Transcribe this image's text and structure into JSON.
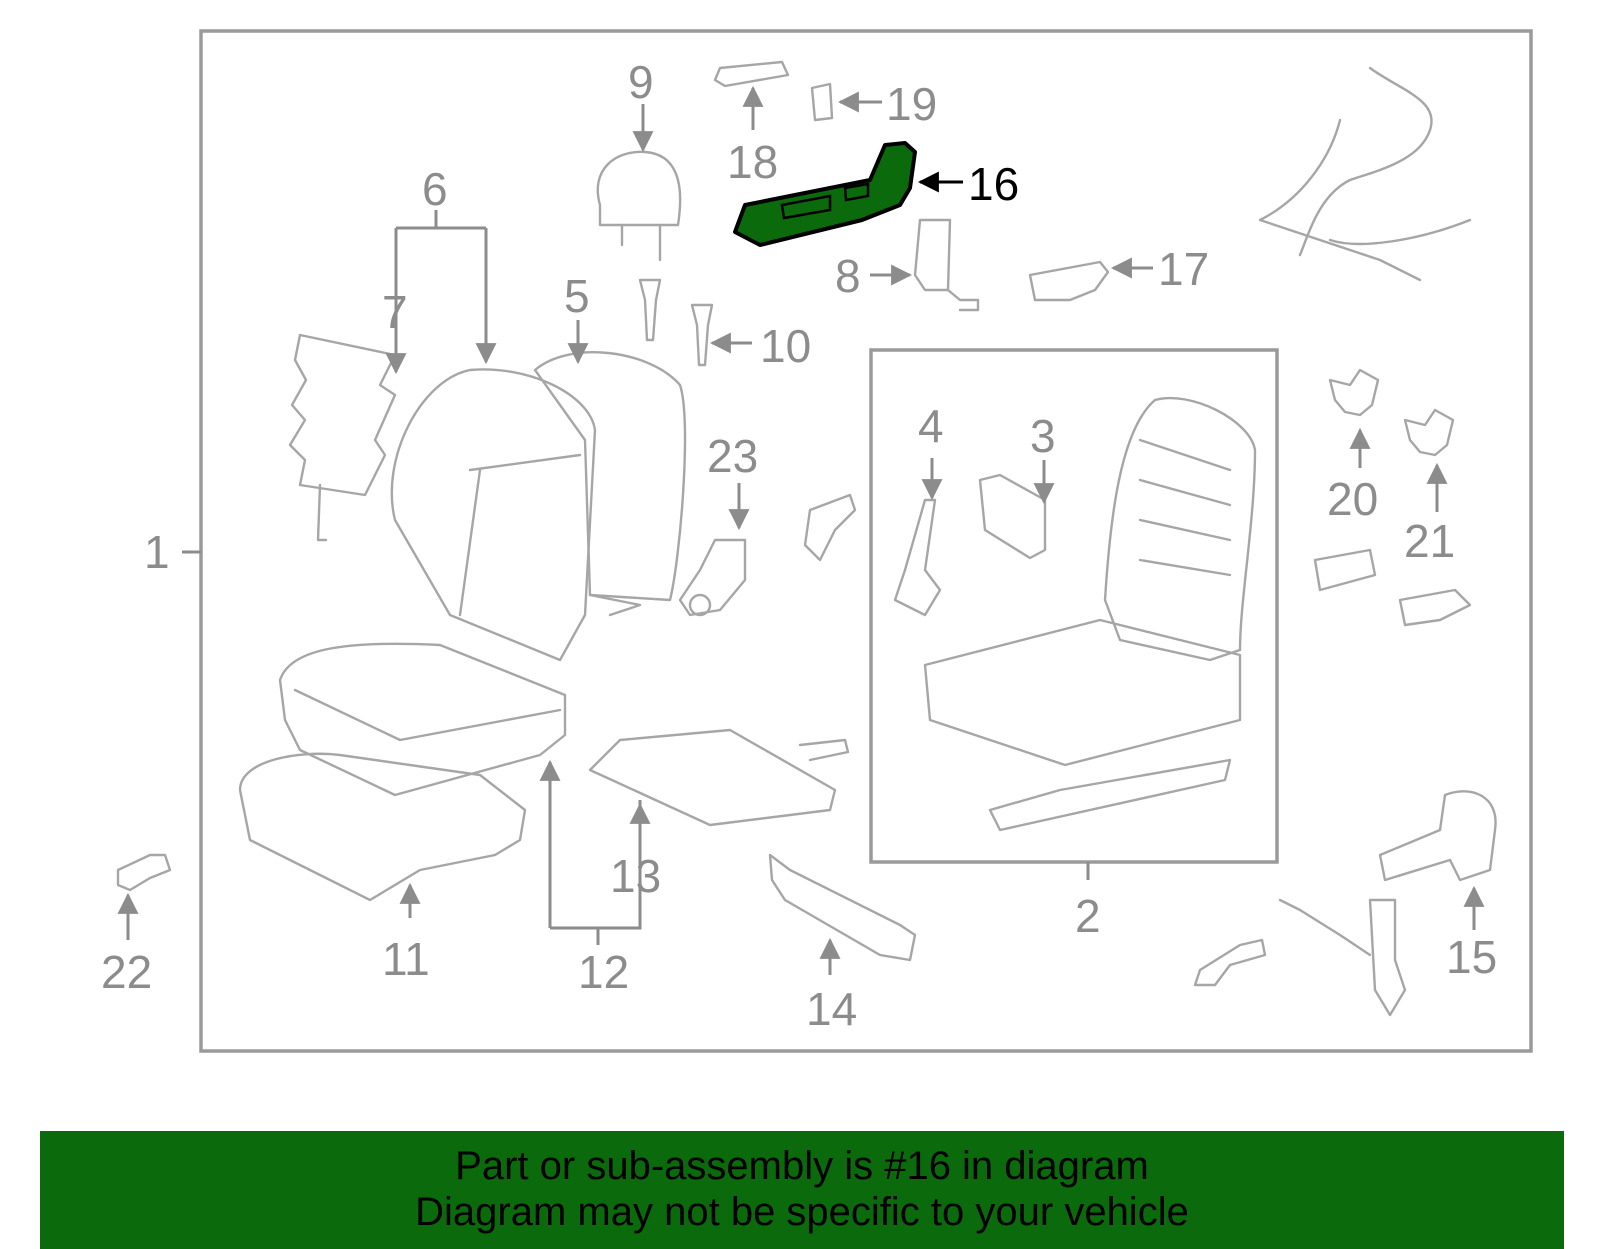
{
  "diagram": {
    "highlighted_part": "16",
    "highlight_color": "#0b6a0b",
    "callouts": [
      "1",
      "2",
      "3",
      "4",
      "5",
      "6",
      "7",
      "8",
      "9",
      "10",
      "11",
      "12",
      "13",
      "14",
      "15",
      "16",
      "17",
      "18",
      "19",
      "20",
      "21",
      "22",
      "23"
    ]
  },
  "banner": {
    "line1": "Part or sub-assembly is #16 in diagram",
    "line2": "Diagram may not be specific to your vehicle",
    "background": "#0b6a0b"
  }
}
